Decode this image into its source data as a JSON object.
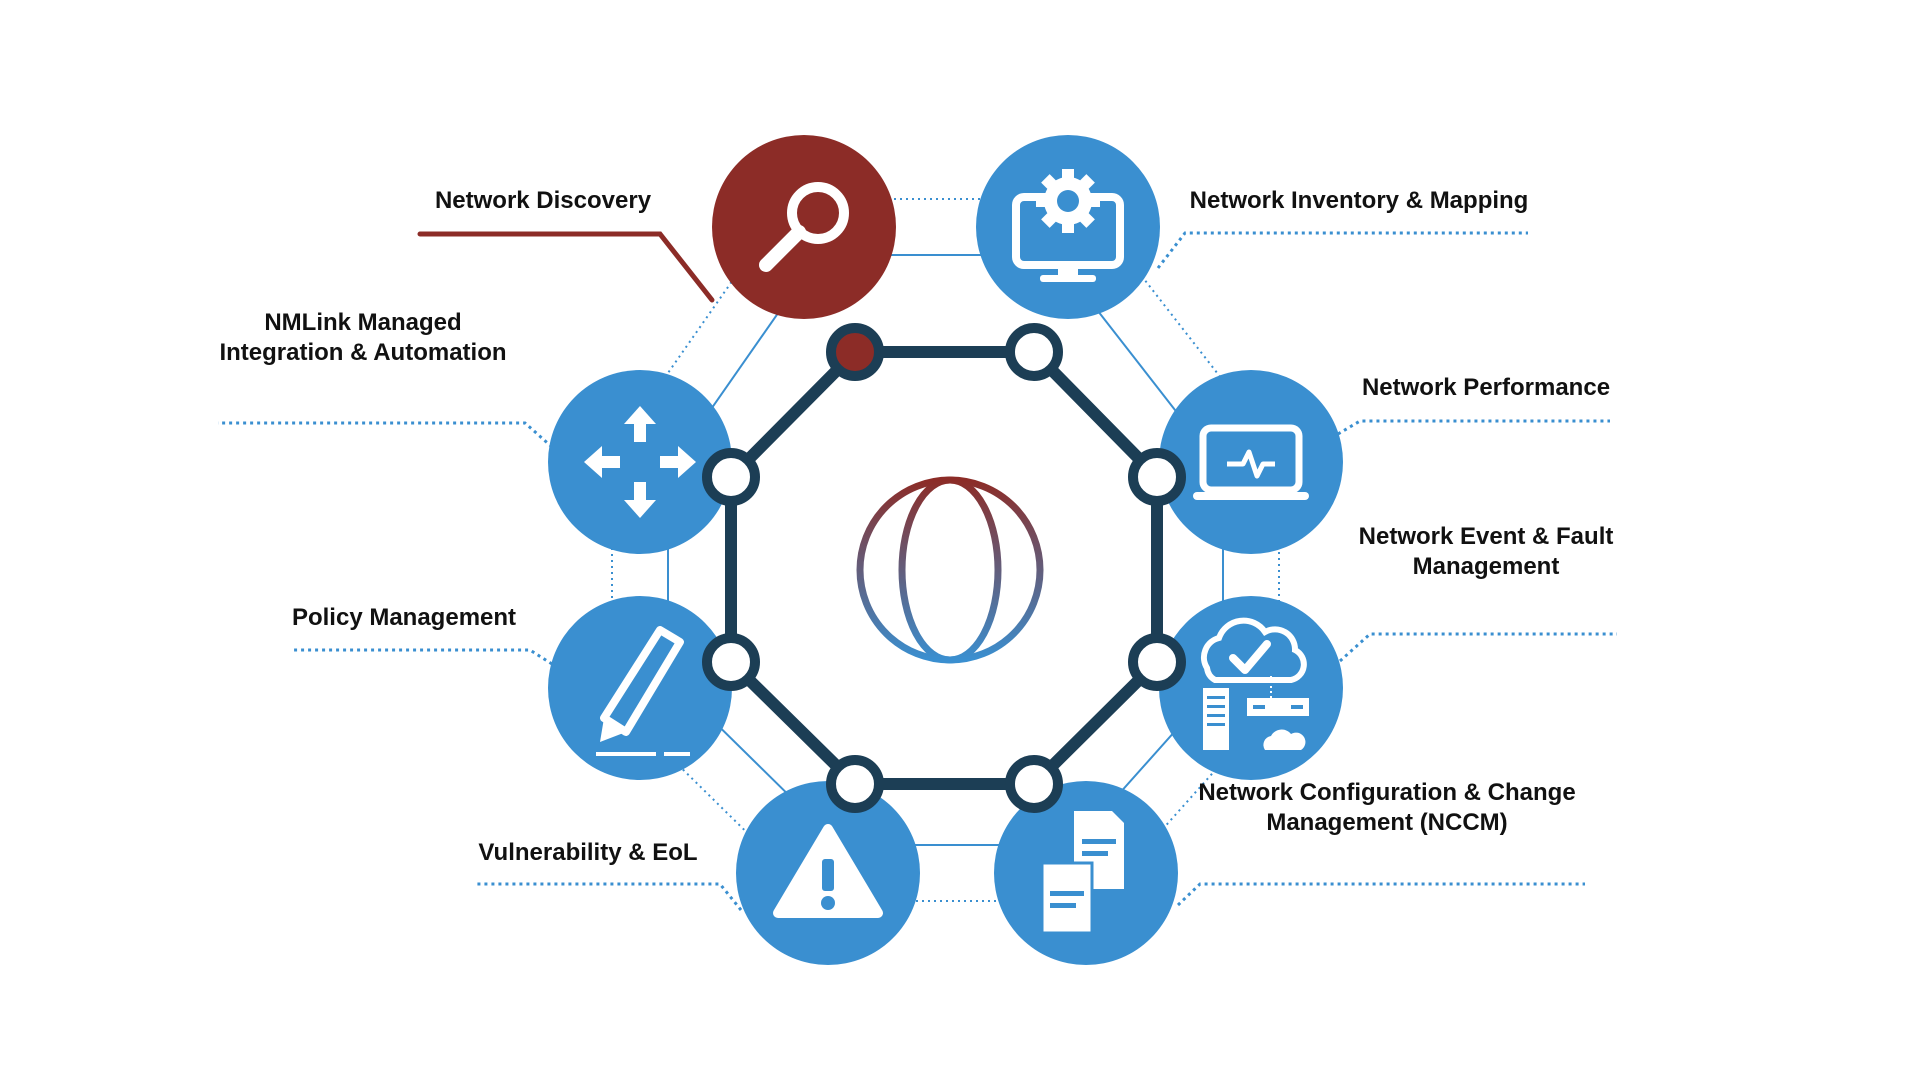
{
  "colors": {
    "accent_red": "#8c2c27",
    "primary_blue": "#3a8fd0",
    "ring_dark": "#1c3e55",
    "light_line": "#3a8fd0",
    "text": "#111111",
    "icon": "#ffffff"
  },
  "center": {
    "icon": "globe-icon"
  },
  "modules": [
    {
      "id": "network-discovery",
      "label_lines": [
        "Network Discovery"
      ],
      "icon": "magnifier-icon",
      "active": true
    },
    {
      "id": "network-inventory-mapping",
      "label_lines": [
        "Network Inventory & Mapping"
      ],
      "icon": "monitor-gear-icon",
      "active": false
    },
    {
      "id": "network-performance",
      "label_lines": [
        "Network Performance"
      ],
      "icon": "laptop-pulse-icon",
      "active": false
    },
    {
      "id": "network-event-fault",
      "label_lines": [
        "Network Event & Fault",
        "Management"
      ],
      "icon": "cloud-server-check-icon",
      "active": false
    },
    {
      "id": "nccm",
      "label_lines": [
        "Network Configuration & Change",
        "Management (NCCM)"
      ],
      "icon": "documents-icon",
      "active": false
    },
    {
      "id": "vulnerability-eol",
      "label_lines": [
        "Vulnerability & EoL"
      ],
      "icon": "warning-triangle-icon",
      "active": false
    },
    {
      "id": "policy-management",
      "label_lines": [
        "Policy Management"
      ],
      "icon": "pencil-icon",
      "active": false
    },
    {
      "id": "nmlink-integration",
      "label_lines": [
        "NMLink Managed",
        "Integration & Automation"
      ],
      "icon": "move-arrows-icon",
      "active": false
    }
  ]
}
